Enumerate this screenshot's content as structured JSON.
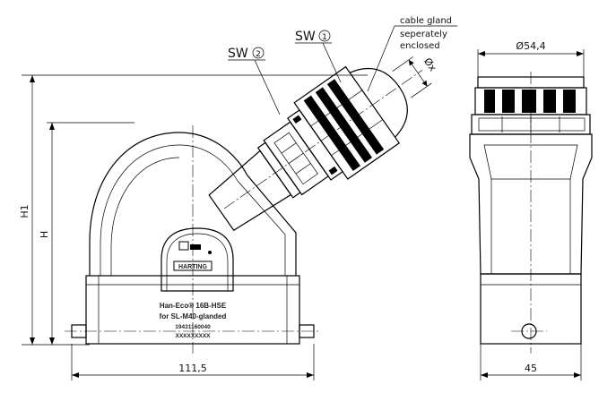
{
  "drawing": {
    "callouts": {
      "cable_gland_line1": "cable gland",
      "cable_gland_line2": "seperately",
      "cable_gland_line3": "enclosed",
      "sw1": "SW",
      "sw1_number": "1",
      "sw2": "SW",
      "sw2_number": "2"
    },
    "dimensions": {
      "width_front": "111,5",
      "width_side": "45",
      "diameter_top": "Ø54,4",
      "height_h": "H",
      "height_h1": "H1",
      "cable_diameter": "Øx"
    },
    "brand": "HARTING",
    "plate": {
      "line1": "Han-Eco® 16B-HSE",
      "line2": "for SL-M40-glanded",
      "line3": "19431160040",
      "line4": "XXXXXXXXX"
    }
  }
}
